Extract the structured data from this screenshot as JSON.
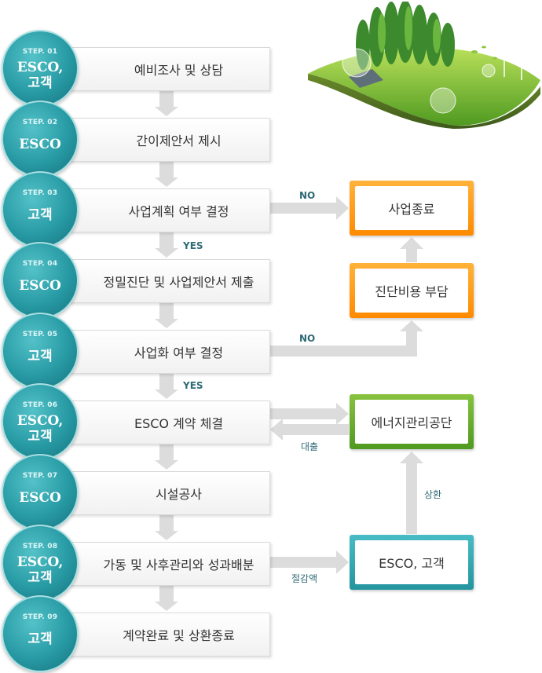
{
  "steps": [
    {
      "label": "STEP. 01",
      "actor": "ESCO,\n고객",
      "task": "예비조사 및 상담"
    },
    {
      "label": "STEP. 02",
      "actor": "ESCO",
      "task": "간이제안서 제시"
    },
    {
      "label": "STEP. 03",
      "actor": "고객",
      "task": "사업계획 여부 결정"
    },
    {
      "label": "STEP. 04",
      "actor": "ESCO",
      "task": "정밀진단 및 사업제안서 제출"
    },
    {
      "label": "STEP. 05",
      "actor": "고객",
      "task": "사업화 여부 결정"
    },
    {
      "label": "STEP. 06",
      "actor": "ESCO,\n고객",
      "task": "ESCO 계약 체결"
    },
    {
      "label": "STEP. 07",
      "actor": "ESCO",
      "task": "시설공사"
    },
    {
      "label": "STEP. 08",
      "actor": "ESCO,\n고객",
      "task": "가동 및 사후관리와 성과배분"
    },
    {
      "label": "STEP. 09",
      "actor": "고객",
      "task": "계약완료 및 상환종료"
    }
  ],
  "side_boxes": {
    "end": "사업종료",
    "diag_cost": "진단비용 부담",
    "agency": "에너지관리공단",
    "esco_customer": "ESCO, 고객"
  },
  "flow_labels": {
    "no_step3": "NO",
    "yes_step3": "YES",
    "no_step5": "NO",
    "yes_step5": "YES",
    "loan": "대출",
    "repay": "상환",
    "savings": "절감액"
  },
  "colors": {
    "teal": "#279aa4",
    "orange": "#ff8a00",
    "green": "#4f9a20",
    "arrow": "#dcdcdc"
  }
}
